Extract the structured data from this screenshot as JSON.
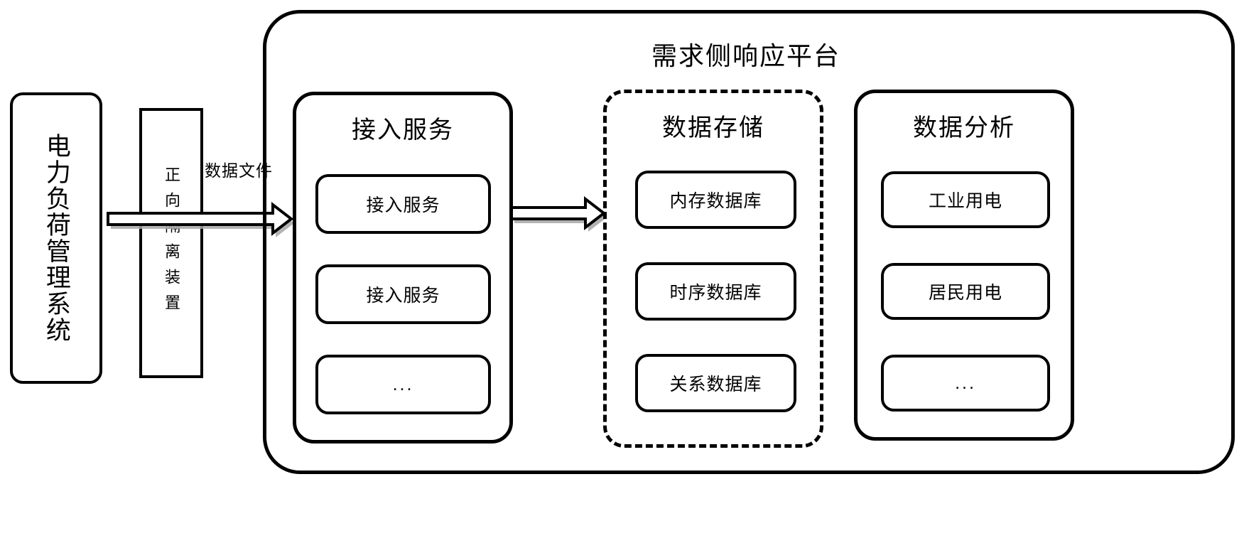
{
  "diagram": {
    "type": "architecture-block-diagram",
    "title": "需求侧响应平台",
    "source_system": {
      "label": "电力负荷管理系统",
      "orientation": "vertical"
    },
    "isolation_device": {
      "label": "正向隔离装置",
      "orientation": "vertical"
    },
    "edges": [
      {
        "label": "数据文件",
        "from": "电力负荷管理系统",
        "to": "接入服务"
      },
      {
        "label": "",
        "from": "接入服务",
        "to": "数据存储"
      }
    ],
    "sections": [
      {
        "id": "access-service",
        "title": "接入服务",
        "border": "solid",
        "items": [
          {
            "label": "接入服务"
          },
          {
            "label": "接入服务"
          },
          {
            "label": "..."
          }
        ]
      },
      {
        "id": "data-storage",
        "title": "数据存储",
        "border": "dashed",
        "items": [
          {
            "label": "内存数据库"
          },
          {
            "label": "时序数据库"
          },
          {
            "label": "关系数据库"
          }
        ]
      },
      {
        "id": "data-analysis",
        "title": "数据分析",
        "border": "solid",
        "items": [
          {
            "label": "工业用电"
          },
          {
            "label": "居民用电"
          },
          {
            "label": "..."
          }
        ]
      }
    ],
    "colors": {
      "stroke": "#000000",
      "background": "#ffffff",
      "arrow_shadow": "#a6a6a6"
    }
  }
}
